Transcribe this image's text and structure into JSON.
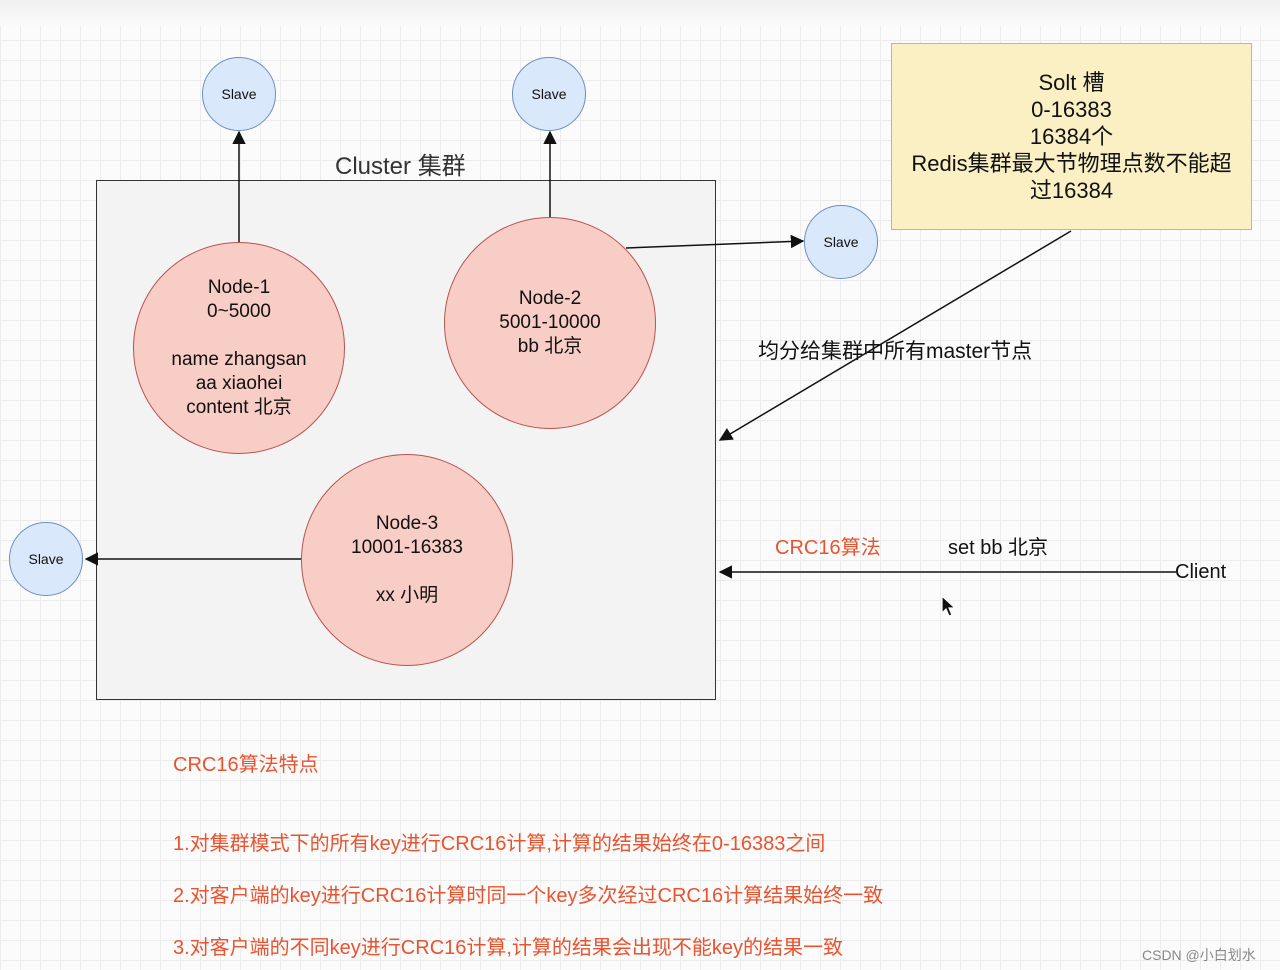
{
  "cluster": {
    "title": "Cluster 集群"
  },
  "nodes": [
    {
      "label": "Node-1",
      "range": "0~5000",
      "keys": [
        "name zhangsan",
        "aa xiaohei",
        "content 北京"
      ]
    },
    {
      "label": "Node-2",
      "range": "5001-10000",
      "keys": [
        "bb 北京"
      ]
    },
    {
      "label": "Node-3",
      "range": "10001-16383",
      "keys": [
        "xx 小明"
      ]
    }
  ],
  "slave_label": "Slave",
  "note": {
    "lines": [
      "Solt  槽",
      "0-16383",
      "16384个",
      "Redis集群最大节物理点数不能超",
      "过16384"
    ]
  },
  "distribute_label": "均分给集群中所有master节点",
  "client": {
    "label": "Client",
    "algorithm": "CRC16算法",
    "command": "set bb 北京"
  },
  "features": {
    "title": "CRC16算法特点",
    "items": [
      "1.对集群模式下的所有key进行CRC16计算,计算的结果始终在0-16383之间",
      "2.对客户端的key进行CRC16计算时同一个key多次经过CRC16计算结果始终一致",
      "3.对客户端的不同key进行CRC16计算,计算的结果会出现不能key的结果一致"
    ]
  },
  "watermark": "CSDN @小白划水",
  "colors": {
    "node_fill": "#f7cdc6",
    "node_stroke": "#b85450",
    "slave_fill": "#dae8fc",
    "slave_stroke": "#6c8ebf",
    "note_fill": "#fbefc4",
    "note_stroke": "#d6b656",
    "accent_text": "#e8542f"
  }
}
